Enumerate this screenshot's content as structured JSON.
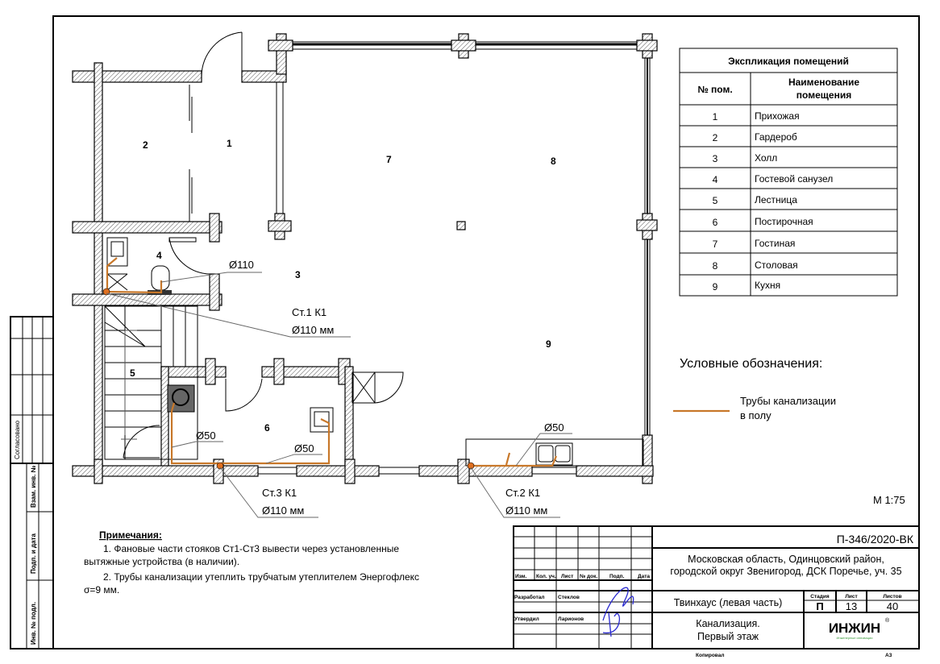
{
  "rooms": [
    "1",
    "2",
    "3",
    "4",
    "5",
    "6",
    "7",
    "8",
    "9"
  ],
  "explication": {
    "title": "Экспликация помещений",
    "col_num": "№ пом.",
    "col_name_1": "Наименование",
    "col_name_2": "помещения",
    "rows": [
      {
        "num": "1",
        "name": "Прихожая"
      },
      {
        "num": "2",
        "name": "Гардероб"
      },
      {
        "num": "3",
        "name": "Холл"
      },
      {
        "num": "4",
        "name": "Гостевой санузел"
      },
      {
        "num": "5",
        "name": "Лестница"
      },
      {
        "num": "6",
        "name": "Постирочная"
      },
      {
        "num": "7",
        "name": "Гостиная"
      },
      {
        "num": "8",
        "name": "Столовая"
      },
      {
        "num": "9",
        "name": "Кухня"
      }
    ]
  },
  "legend": {
    "title": "Условные обозначения:",
    "item_1": "Трубы канализации",
    "item_2": "в полу",
    "pipe_color": "#c8782a"
  },
  "scale": "М 1:75",
  "labels": {
    "d110": "Ø110",
    "st1": "Ст.1  К1",
    "st1_d": "Ø110 мм",
    "st2": "Ст.2  К1",
    "st2_d": "Ø110 мм",
    "st3": "Ст.3  К1",
    "st3_d": "Ø110 мм",
    "d50_a": "Ø50",
    "d50_b": "Ø50",
    "d50_c": "Ø50"
  },
  "notes": {
    "title": "Примечания:",
    "n1a": "1.    Фановые части стояков Ст1-Ст3 вывести через установленные",
    "n1b": "вытяжные устройства (в наличии).",
    "n2a": "2.    Трубы канализации утеплить трубчатым утеплителем Энергофлекс",
    "n2b": "σ=9 мм."
  },
  "stamp_side": {
    "agreed": "Согласовано",
    "vzam": "Взам. инв. №",
    "podp": "Подп. и дата",
    "inv": "Инв. № подл."
  },
  "title_block": {
    "code": "П-346/2020-ВК",
    "address_1": "Московская область, Одинцовский район,",
    "address_2": "городской округ Звенигород, ДСК Поречье, уч. 35",
    "object": "Твинхаус (левая часть)",
    "sheet_title_1": "Канализация.",
    "sheet_title_2": "Первый этаж",
    "h_izm": "Изм.",
    "h_kol": "Кол. уч.",
    "h_list": "Лист",
    "h_doc": "№ док.",
    "h_podp": "Подп.",
    "h_date": "Дата",
    "role_1": "Разработал",
    "name_1": "Стеклов",
    "role_2": "Утвердил",
    "name_2": "Ларионов",
    "h_stage": "Стадия",
    "h_sheet": "Лист",
    "h_sheets": "Листов",
    "stage": "П",
    "sheet": "13",
    "sheets": "40",
    "logo": "ИНЖИН",
    "logo_sub": "Инженерные инновации",
    "copied": "Копировал",
    "format": "А3"
  }
}
